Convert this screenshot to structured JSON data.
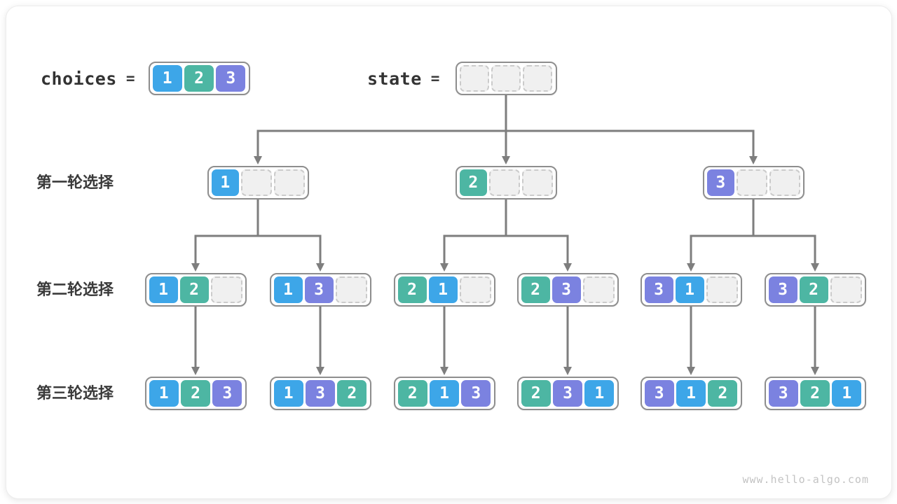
{
  "watermark": "www.hello-algo.com",
  "palette": {
    "1": "#3da6e8",
    "2": "#4db6a3",
    "3": "#7b82e0"
  },
  "line_color": "#7e7e7e",
  "header": {
    "choices_label": "choices",
    "equals_sign": "=",
    "choices_cells": [
      1,
      2,
      3
    ],
    "state_label": "state"
  },
  "row_labels": [
    "第一轮选择",
    "第二轮选择",
    "第三轮选择"
  ],
  "tree": {
    "nodes": [
      {
        "id": "root",
        "level": 0,
        "cells": [
          null,
          null,
          null
        ]
      },
      {
        "id": "n1",
        "level": 1,
        "cells": [
          1,
          null,
          null
        ]
      },
      {
        "id": "n2",
        "level": 1,
        "cells": [
          2,
          null,
          null
        ]
      },
      {
        "id": "n3",
        "level": 1,
        "cells": [
          3,
          null,
          null
        ]
      },
      {
        "id": "n12",
        "level": 2,
        "cells": [
          1,
          2,
          null
        ]
      },
      {
        "id": "n13",
        "level": 2,
        "cells": [
          1,
          3,
          null
        ]
      },
      {
        "id": "n21",
        "level": 2,
        "cells": [
          2,
          1,
          null
        ]
      },
      {
        "id": "n23",
        "level": 2,
        "cells": [
          2,
          3,
          null
        ]
      },
      {
        "id": "n31",
        "level": 2,
        "cells": [
          3,
          1,
          null
        ]
      },
      {
        "id": "n32",
        "level": 2,
        "cells": [
          3,
          2,
          null
        ]
      },
      {
        "id": "n123",
        "level": 3,
        "cells": [
          1,
          2,
          3
        ]
      },
      {
        "id": "n132",
        "level": 3,
        "cells": [
          1,
          3,
          2
        ]
      },
      {
        "id": "n213",
        "level": 3,
        "cells": [
          2,
          1,
          3
        ]
      },
      {
        "id": "n231",
        "level": 3,
        "cells": [
          2,
          3,
          1
        ]
      },
      {
        "id": "n312",
        "level": 3,
        "cells": [
          3,
          1,
          2
        ]
      },
      {
        "id": "n321",
        "level": 3,
        "cells": [
          3,
          2,
          1
        ]
      }
    ],
    "edges": [
      [
        "root",
        "n1"
      ],
      [
        "root",
        "n2"
      ],
      [
        "root",
        "n3"
      ],
      [
        "n1",
        "n12"
      ],
      [
        "n1",
        "n13"
      ],
      [
        "n2",
        "n21"
      ],
      [
        "n2",
        "n23"
      ],
      [
        "n3",
        "n31"
      ],
      [
        "n3",
        "n32"
      ],
      [
        "n12",
        "n123"
      ],
      [
        "n13",
        "n132"
      ],
      [
        "n21",
        "n213"
      ],
      [
        "n23",
        "n231"
      ],
      [
        "n31",
        "n312"
      ],
      [
        "n32",
        "n321"
      ]
    ]
  }
}
